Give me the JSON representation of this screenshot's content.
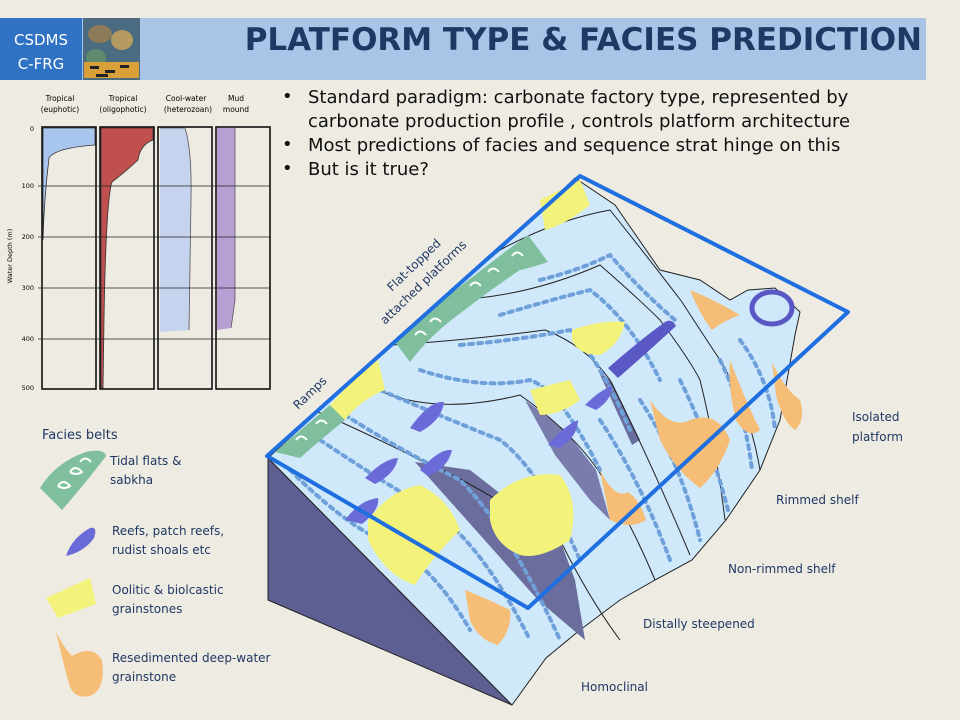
{
  "header": {
    "org_line1": "CSDMS",
    "org_line2": "C-FRG",
    "title": "PLATFORM TYPE & FACIES PREDICTION"
  },
  "bullets": [
    "Standard paradigm: carbonate factory type, represented by carbonate production profile , controls platform architecture",
    "Most predictions of facies and sequence strat hinge on this",
    "But is it true?"
  ],
  "profiles": {
    "axis_label": "Water Depth (m)",
    "ticks": [
      "0",
      "100",
      "200",
      "300",
      "400",
      "500"
    ],
    "columns": [
      {
        "line1": "Tropical",
        "line2": "(euphotic)",
        "color": "#a9c6ee"
      },
      {
        "line1": "Tropical",
        "line2": "(oligophotic)",
        "color": "#c0504d"
      },
      {
        "line1": "Cool-water",
        "line2": "(heterozoan)",
        "color": "#c5d3ef"
      },
      {
        "line1": "Mud",
        "line2": "mound",
        "color": "#b79fd4"
      }
    ]
  },
  "legend": {
    "title": "Facies belts",
    "items": [
      {
        "label1": "Tidal flats &",
        "label2": "sabkha",
        "color": "#7fbf9e"
      },
      {
        "label1": "Reefs, patch reefs,",
        "label2": "rudist shoals etc",
        "color": "#6a6ad8"
      },
      {
        "label1": "Oolitic & biolcastic",
        "label2": "grainstones",
        "color": "#f3f27a"
      },
      {
        "label1": "Resedimented deep-water",
        "label2": "grainstone",
        "color": "#f5bd76"
      }
    ]
  },
  "diagram": {
    "ramps": "Ramps",
    "flat_topped_1": "Flat-topped",
    "flat_topped_2": "attached platforms",
    "isolated_1": "Isolated",
    "isolated_2": "platform",
    "rimmed": "Rimmed shelf",
    "non_rimmed": "Non-rimmed shelf",
    "distally": "Distally steepened",
    "homoclinal": "Homoclinal"
  }
}
